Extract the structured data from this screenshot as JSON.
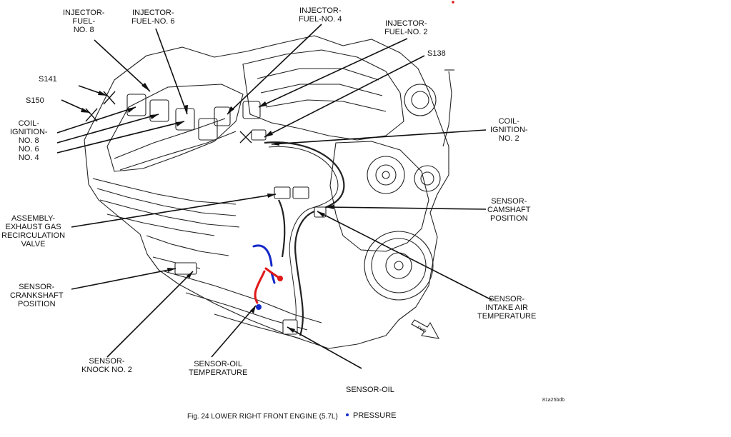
{
  "callouts": {
    "injector_fuel_8": "INJECTOR-\nFUEL-\nNO. 8",
    "injector_fuel_6": "INJECTOR-\nFUEL-NO. 6",
    "injector_fuel_4": "INJECTOR-\nFUEL-NO. 4",
    "injector_fuel_2": "INJECTOR-\nFUEL-NO. 2",
    "s138": "S138",
    "s141": "S141",
    "s150": "S150",
    "coil_ignition_8_6_4": "COIL-\nIGNITION-\nNO. 8\nNO. 6\nNO. 4",
    "coil_ignition_2": "COIL-\nIGNITION-\nNO. 2",
    "egr_valve": "ASSEMBLY-\nEXHAUST GAS\nRECIRCULATION\nVALVE",
    "camshaft_sensor": "SENSOR-\nCAMSHAFT\nPOSITION",
    "crankshaft_sensor": "SENSOR-\nCRANKSHAFT\nPOSITION",
    "intake_air_temp_sensor": "SENSOR-\nINTAKE AIR\nTEMPERATURE",
    "knock_sensor_2": "SENSOR-\nKNOCK NO. 2",
    "oil_temp_sensor": "SENSOR-OIL\nTEMPERATURE",
    "oil_pressure_sensor_line1": "SENSOR-OIL",
    "oil_pressure_sensor_line2": "PRESSURE",
    "front_arrow": "FWD"
  },
  "figure": {
    "caption": "Fig. 24  LOWER RIGHT FRONT ENGINE  (5.7L)",
    "code": "81a25bdb"
  },
  "colors": {
    "ink": "#111111",
    "marker_blue": "#1428c8",
    "marker_red": "#e01818",
    "corner_dot": "#e01818"
  }
}
